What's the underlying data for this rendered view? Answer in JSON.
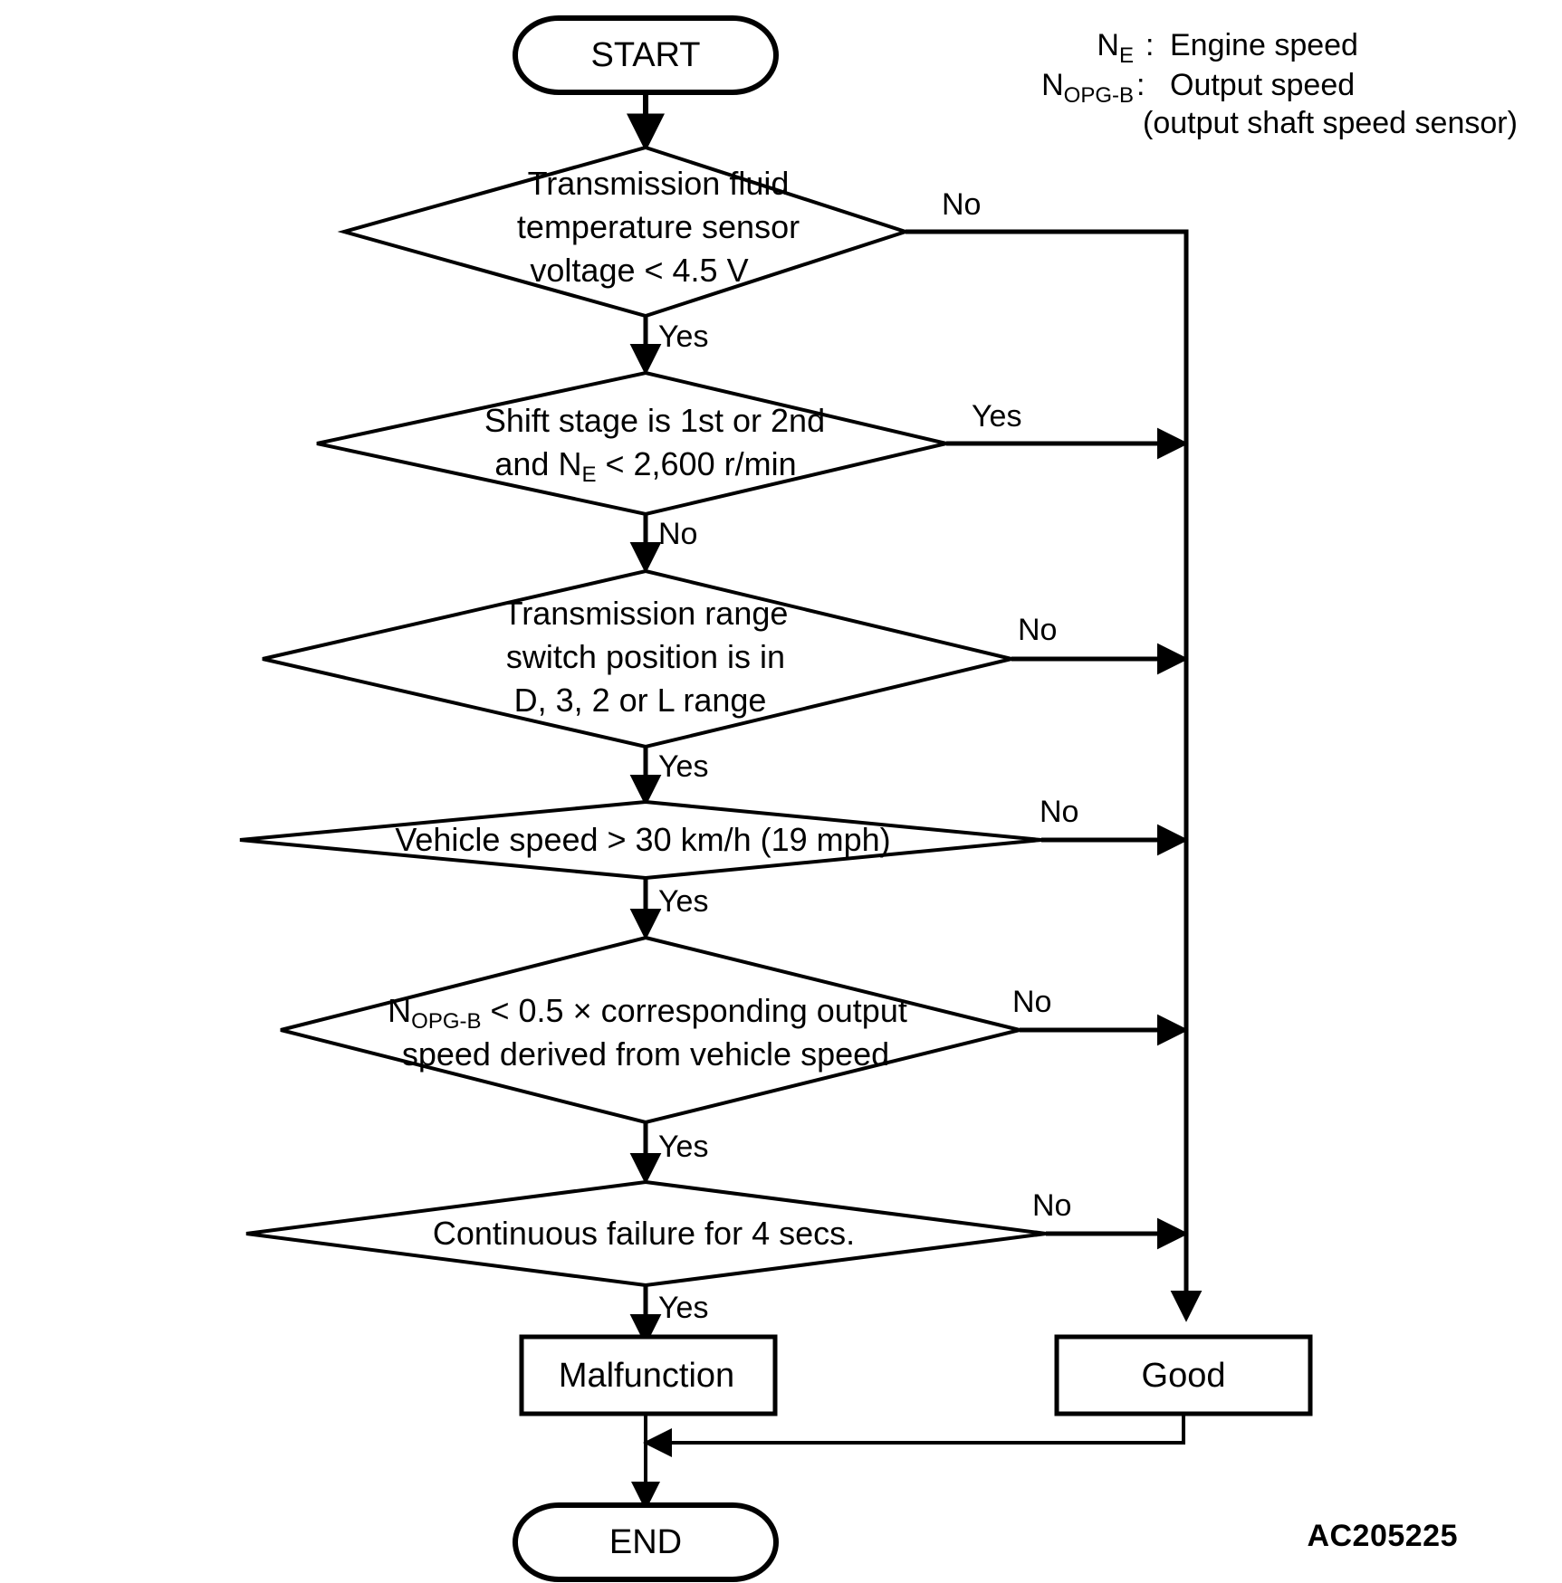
{
  "diagram": {
    "title_code": "AC205225",
    "legend": [
      {
        "symbol": "N",
        "subscript": "E",
        "separator": ":",
        "definition": "Engine speed"
      },
      {
        "symbol": "N",
        "subscript": "OPG-B",
        "separator": ":",
        "definition": "Output speed"
      },
      {
        "symbol": "",
        "subscript": "",
        "separator": "",
        "definition": "(output shaft speed sensor)"
      }
    ],
    "nodes": {
      "start": {
        "label": "START",
        "shape": "terminator"
      },
      "decision1": {
        "shape": "decision",
        "line1": "Transmission fluid",
        "line2": "temperature sensor",
        "line3": "voltage < 4.5 V",
        "branch_side": "No",
        "branch_down": "Yes"
      },
      "decision2": {
        "shape": "decision",
        "line1": "Shift stage is 1st or 2nd",
        "line2_pre": "and N",
        "line2_sub": "E",
        "line2_post": " < 2,600 r/min",
        "branch_side": "Yes",
        "branch_down": "No"
      },
      "decision3": {
        "shape": "decision",
        "line1": "Transmission range",
        "line2": "switch position is in",
        "line3": "D, 3, 2 or L range",
        "branch_side": "No",
        "branch_down": "Yes"
      },
      "decision4": {
        "shape": "decision",
        "line1": "Vehicle speed > 30 km/h (19 mph)",
        "branch_side": "No",
        "branch_down": "Yes"
      },
      "decision5": {
        "shape": "decision",
        "line1_pre": "N",
        "line1_sub": "OPG-B",
        "line1_post": " < 0.5 × corresponding output",
        "line2": "speed derived from vehicle speed",
        "branch_side": "No",
        "branch_down": "Yes"
      },
      "decision6": {
        "shape": "decision",
        "line1": "Continuous failure for 4 secs.",
        "branch_side": "No",
        "branch_down": "Yes"
      },
      "malfunction": {
        "label": "Malfunction",
        "shape": "process"
      },
      "good": {
        "label": "Good",
        "shape": "process"
      },
      "end": {
        "label": "END",
        "shape": "terminator"
      }
    },
    "colors": {
      "stroke": "#000000",
      "fill": "#ffffff",
      "text": "#000000"
    }
  }
}
